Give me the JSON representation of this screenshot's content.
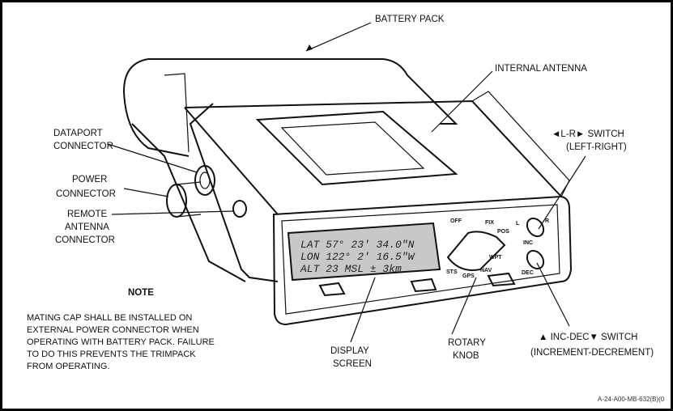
{
  "labels": {
    "battery_pack": "BATTERY PACK",
    "internal_antenna": "INTERNAL ANTENNA",
    "dataport_1": "DATAPORT",
    "dataport_2": "CONNECTOR",
    "power_1": "POWER",
    "power_2": "CONNECTOR",
    "remote_1": "REMOTE",
    "remote_2": "ANTENNA",
    "remote_3": "CONNECTOR",
    "lr_switch_1": "◄L-R► SWITCH",
    "lr_switch_2": "(LEFT-RIGHT)",
    "incdec_switch_1": "▲ INC-DEC▼ SWITCH",
    "incdec_switch_2": "(INCREMENT-DECREMENT)",
    "display_1": "DISPLAY",
    "display_2": "SCREEN",
    "rotary_1": "ROTARY",
    "rotary_2": "KNOB"
  },
  "note": {
    "title": "NOTE",
    "lines": [
      "MATING CAP SHALL BE INSTALLED ON",
      "EXTERNAL POWER CONNECTOR WHEN",
      "OPERATING WITH BATTERY PACK.  FAILURE",
      "TO DO THIS PREVENTS THE TRIMPACK",
      "FROM OPERATING."
    ]
  },
  "display": {
    "line1": "LAT  57° 23' 34.0\"N",
    "line2": "LON 122°  2' 16.5\"W",
    "line3": "ALT      23 MSL ± 3km"
  },
  "knob_positions": [
    "OFF",
    "FIX",
    "POS",
    "WPT",
    "NAV",
    "GPS",
    "STS"
  ],
  "switch_marks": {
    "l": "L",
    "r": "R",
    "inc": "INC",
    "dec": "DEC"
  },
  "figure_id": "A-24-A00-MB-632(B)(0"
}
